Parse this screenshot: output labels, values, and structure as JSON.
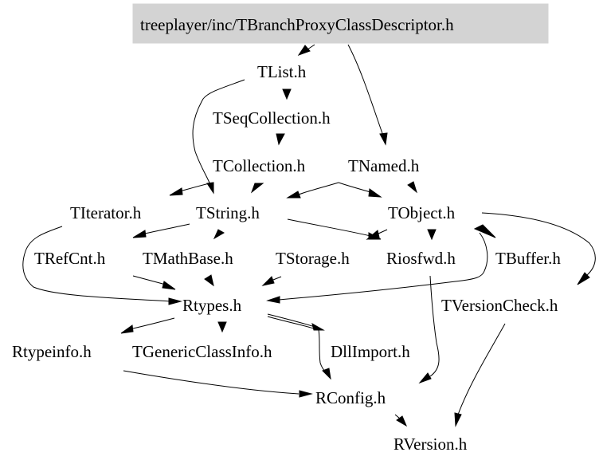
{
  "diagram": {
    "type": "include-dependency-graph",
    "root": "treeplayer/inc/TBranchProxyClassDescriptor.h",
    "colors": {
      "root_fill": "#d3d3d3",
      "background": "#ffffff",
      "line": "#000000"
    },
    "nodes": [
      {
        "id": "root",
        "label": "treeplayer/inc/TBranchProxyClassDescriptor.h"
      },
      {
        "id": "TList",
        "label": "TList.h"
      },
      {
        "id": "TSeqCollection",
        "label": "TSeqCollection.h"
      },
      {
        "id": "TCollection",
        "label": "TCollection.h"
      },
      {
        "id": "TNamed",
        "label": "TNamed.h"
      },
      {
        "id": "TIterator",
        "label": "TIterator.h"
      },
      {
        "id": "TString",
        "label": "TString.h"
      },
      {
        "id": "TObject",
        "label": "TObject.h"
      },
      {
        "id": "TRefCnt",
        "label": "TRefCnt.h"
      },
      {
        "id": "TMathBase",
        "label": "TMathBase.h"
      },
      {
        "id": "TStorage",
        "label": "TStorage.h"
      },
      {
        "id": "Riosfwd",
        "label": "Riosfwd.h"
      },
      {
        "id": "TBuffer",
        "label": "TBuffer.h"
      },
      {
        "id": "Rtypes",
        "label": "Rtypes.h"
      },
      {
        "id": "TVersionCheck",
        "label": "TVersionCheck.h"
      },
      {
        "id": "Rtypeinfo",
        "label": "Rtypeinfo.h"
      },
      {
        "id": "TGenericClassInfo",
        "label": "TGenericClassInfo.h"
      },
      {
        "id": "DllImport",
        "label": "DllImport.h"
      },
      {
        "id": "RConfig",
        "label": "RConfig.h"
      },
      {
        "id": "RVersion",
        "label": "RVersion.h"
      }
    ],
    "edges": [
      {
        "from": "root",
        "to": "TList"
      },
      {
        "from": "root",
        "to": "TNamed"
      },
      {
        "from": "TList",
        "to": "TSeqCollection"
      },
      {
        "from": "TList",
        "to": "TString"
      },
      {
        "from": "TSeqCollection",
        "to": "TCollection"
      },
      {
        "from": "TCollection",
        "to": "TIterator"
      },
      {
        "from": "TCollection",
        "to": "TString"
      },
      {
        "from": "TNamed",
        "to": "TString"
      },
      {
        "from": "TNamed",
        "to": "TObject"
      },
      {
        "from": "TString",
        "to": "TRefCnt"
      },
      {
        "from": "TString",
        "to": "TMathBase"
      },
      {
        "from": "TString",
        "to": "Riosfwd"
      },
      {
        "from": "TObject",
        "to": "Riosfwd"
      },
      {
        "from": "TObject",
        "to": "TStorage"
      },
      {
        "from": "TObject",
        "to": "TVersionCheck"
      },
      {
        "from": "TObject",
        "to": "Rtypes"
      },
      {
        "from": "TBuffer",
        "to": "TObject"
      },
      {
        "from": "TIterator",
        "to": "Rtypes"
      },
      {
        "from": "TRefCnt",
        "to": "Rtypes"
      },
      {
        "from": "TMathBase",
        "to": "Rtypes"
      },
      {
        "from": "TStorage",
        "to": "Rtypes"
      },
      {
        "from": "Rtypes",
        "to": "Rtypeinfo"
      },
      {
        "from": "Rtypes",
        "to": "TGenericClassInfo"
      },
      {
        "from": "Rtypes",
        "to": "DllImport"
      },
      {
        "from": "Rtypes",
        "to": "RConfig"
      },
      {
        "from": "Riosfwd",
        "to": "RConfig"
      },
      {
        "from": "Rtypeinfo",
        "to": "RConfig"
      },
      {
        "from": "RConfig",
        "to": "RVersion"
      },
      {
        "from": "TVersionCheck",
        "to": "RVersion"
      }
    ]
  }
}
